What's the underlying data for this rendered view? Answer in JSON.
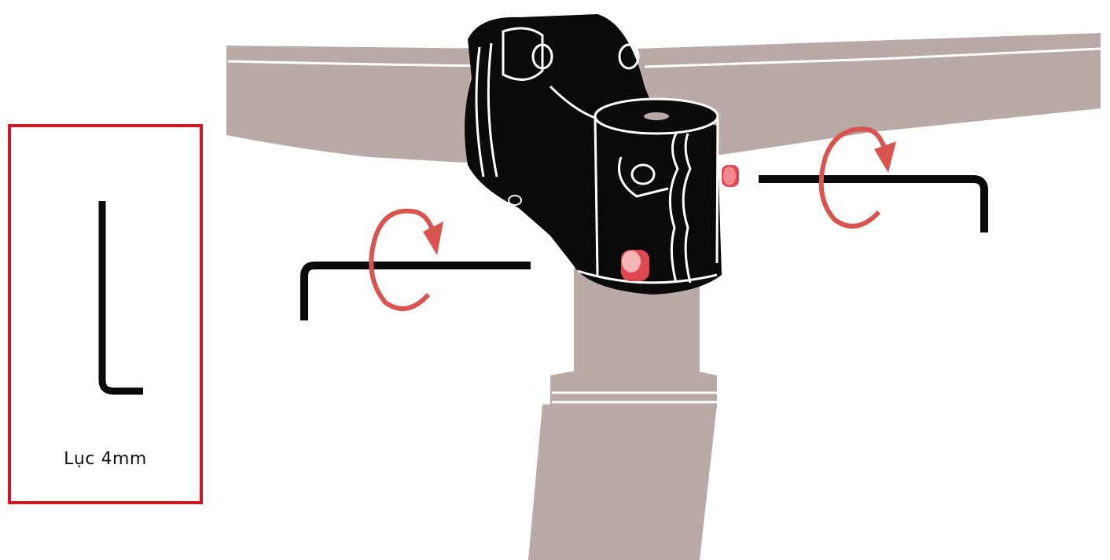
{
  "tool_panel": {
    "label": "Lục 4mm",
    "icon": "hex-key-icon"
  },
  "colors": {
    "frame_tube": "#b9aaa7",
    "stem": "#0a0a0a",
    "highlight_red": "#d0161e",
    "bolt_red": "#e0484f",
    "rotation_arrow": "#d9534f"
  },
  "illustration": {
    "icons": [
      "handlebar",
      "stem",
      "steerer-tube",
      "stem-bolt-front",
      "stem-bolt-rear",
      "hex-key-left",
      "hex-key-right",
      "rotation-arrow-left",
      "rotation-arrow-right"
    ]
  }
}
